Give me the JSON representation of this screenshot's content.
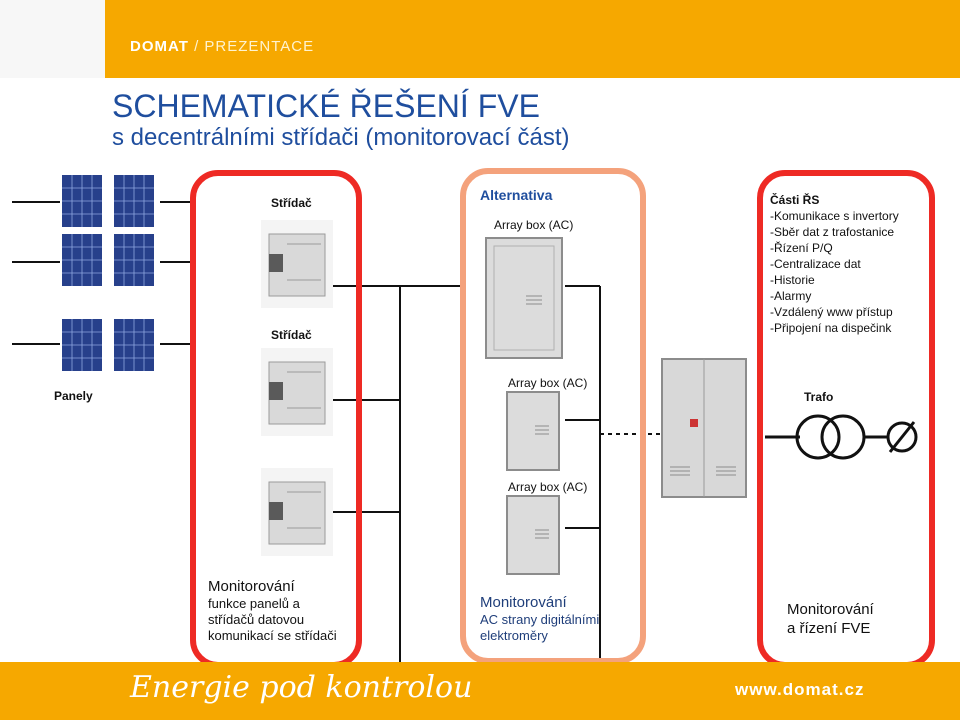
{
  "header": {
    "brand": "DOMAT",
    "section": "/ PREZENTACE"
  },
  "slide": {
    "title": "SCHEMATICKÉ ŘEŠENÍ FVE",
    "subtitle": "s decentrálními střídači (monitorovací část)"
  },
  "labels": {
    "panels": "Panely",
    "inverter_top": "Střídač",
    "inverter_mid": "Střídač",
    "alternative": "Alternativa",
    "array_box_1": "Array box (AC)",
    "array_box_2": "Array box (AC)",
    "array_box_3": "Array box (AC)",
    "transformer": "Trafo"
  },
  "control_parts": {
    "title": "Části ŘS",
    "items": [
      "-Komunikace s invertory",
      "-Sběr dat z trafostanice",
      "-Řízení P/Q",
      "-Centralizace dat",
      "-Historie",
      "-Alarmy",
      "-Vzdálený www přístup",
      "-Připojení na dispečink"
    ]
  },
  "monitoring": {
    "inverters": {
      "title": "Monitorování",
      "lines": [
        "funkce panelů a",
        "střídačů datovou",
        "komunikací se střídači"
      ]
    },
    "ac": {
      "title": "Monitorování",
      "lines": [
        "AC strany digitálními",
        "elektroměry"
      ]
    },
    "control": {
      "title": "Monitorování",
      "line2": "a řízení FVE"
    }
  },
  "footer": {
    "slogan": "Energie pod kontrolou",
    "url": "www.domat.cz"
  },
  "colors": {
    "brand_orange": "#f6a800",
    "frame_red": "#ee2a24",
    "frame_salmon": "#f4a27c",
    "title_blue": "#1f4e9e"
  }
}
